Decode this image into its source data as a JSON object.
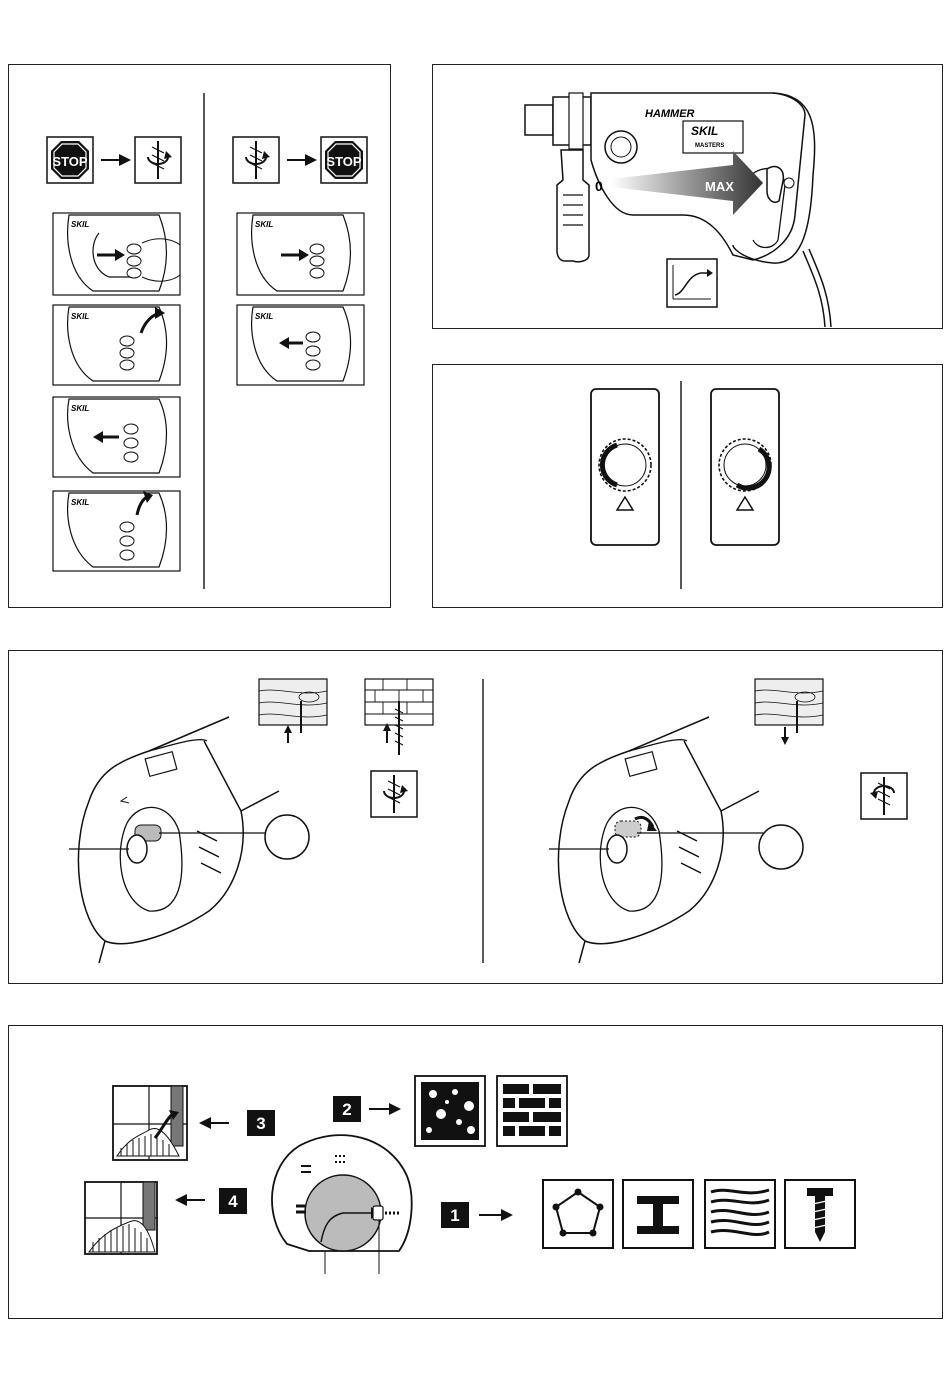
{
  "panel_switch": {
    "stop_label": "STOP",
    "brand": "SKIL",
    "sub_brand": "MASTERS"
  },
  "panel_tool": {
    "hammer_label": "HAMMER",
    "brand": "SKIL",
    "sub_brand": "MASTERS",
    "speed_min": "0",
    "speed_max": "MAX"
  },
  "panel_modes": {
    "labels": [
      "1",
      "2",
      "3",
      "4"
    ]
  }
}
